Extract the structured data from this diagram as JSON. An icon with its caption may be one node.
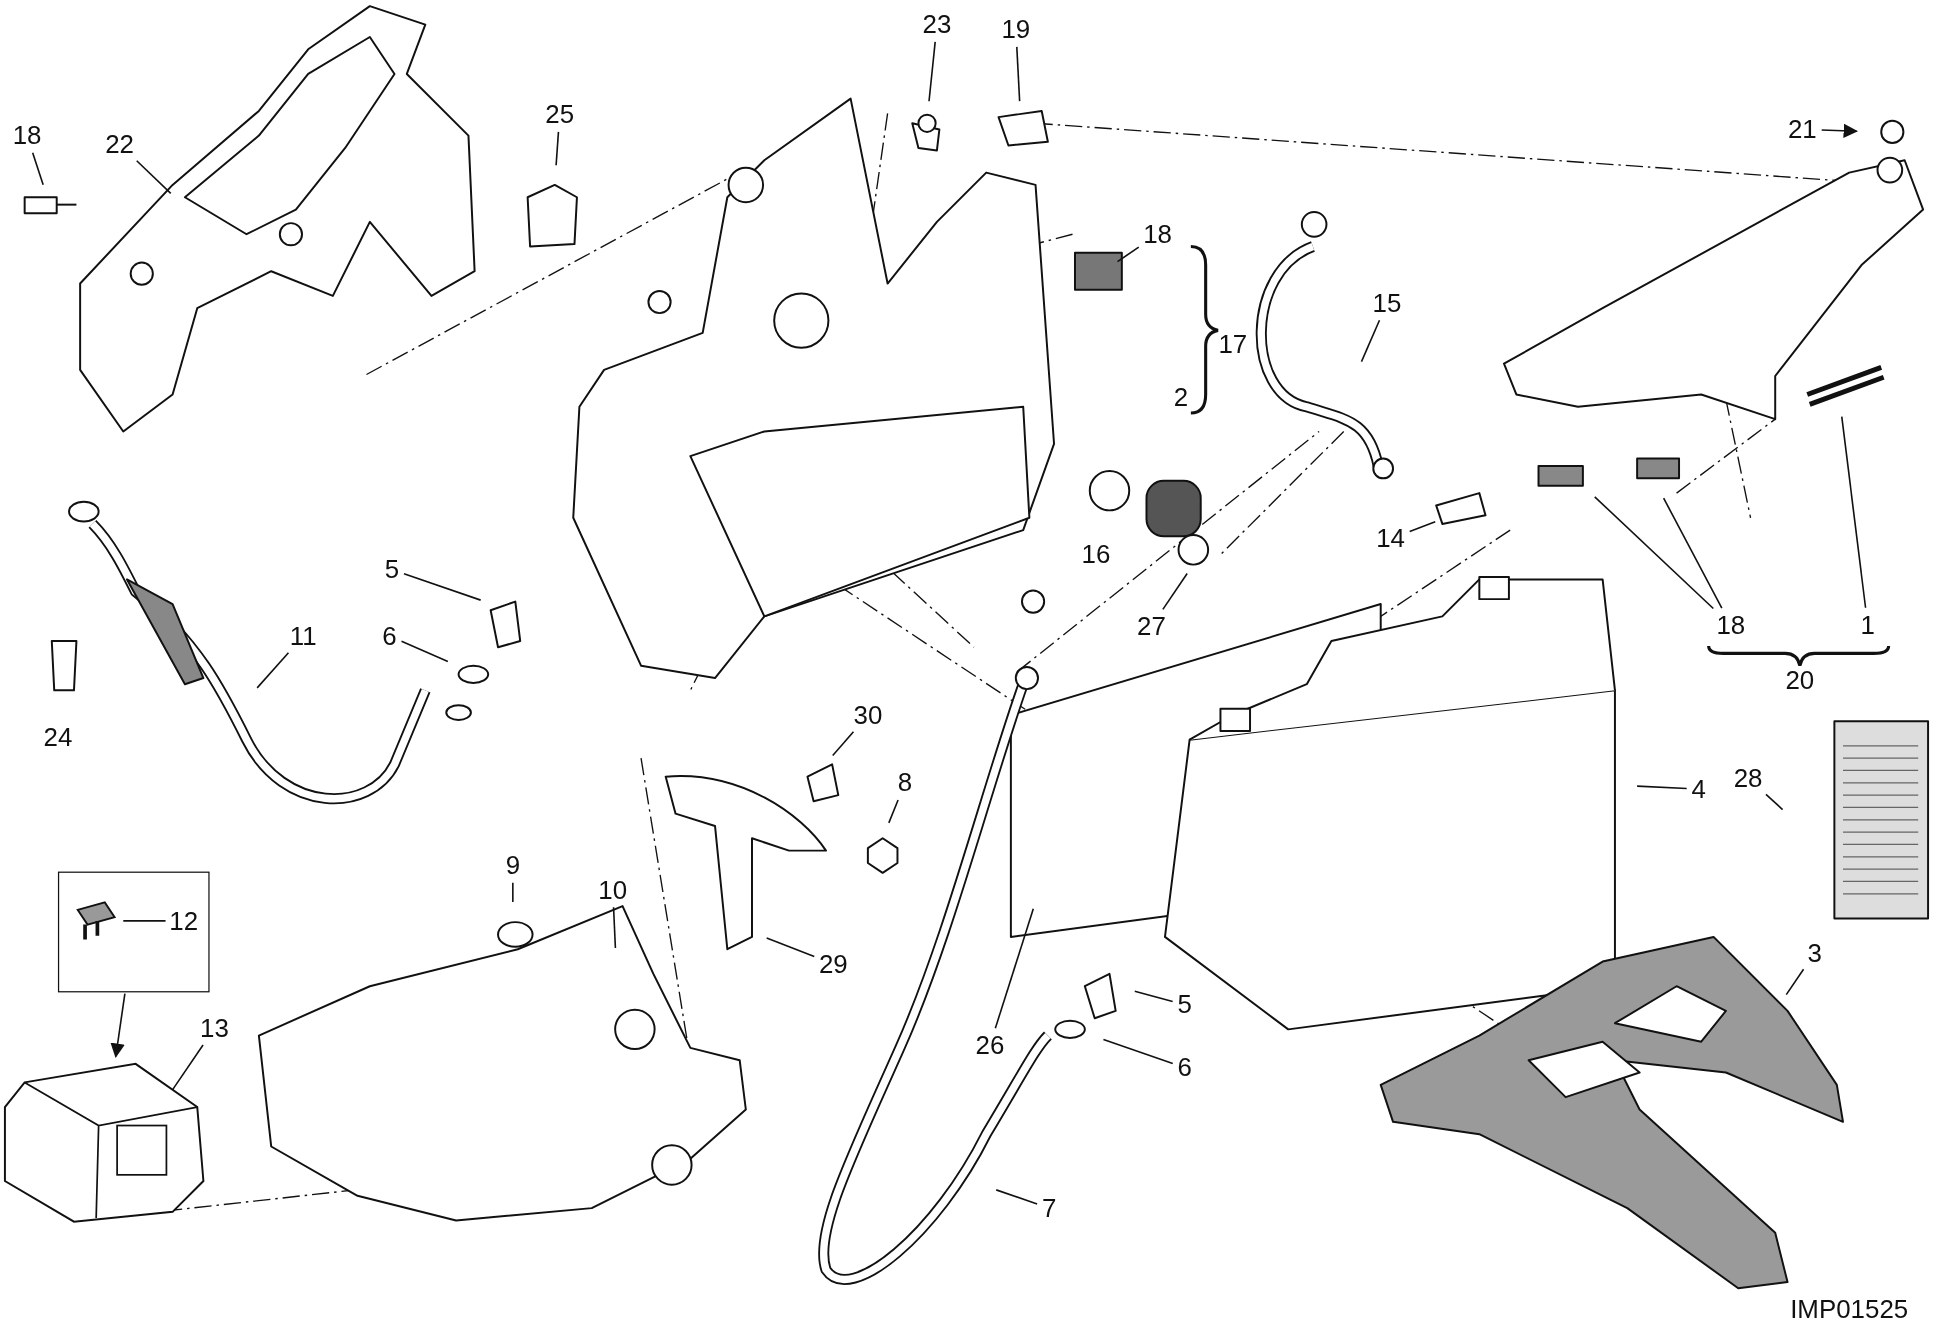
{
  "diagram": {
    "nodes": [
      {
        "text": [
          "18"
        ]
      },
      {
        "text": [
          "22"
        ]
      },
      {
        "text": [
          "25"
        ]
      },
      {
        "text": [
          "23"
        ]
      },
      {
        "text": [
          "19"
        ]
      },
      {
        "text": [
          "21"
        ]
      },
      {
        "text": [
          "18"
        ]
      },
      {
        "text": [
          "15"
        ]
      },
      {
        "text": [
          "27"
        ]
      },
      {
        "text": [
          "14"
        ]
      },
      {
        "text": [
          "5"
        ]
      },
      {
        "text": [
          "6"
        ]
      },
      {
        "text": [
          "11"
        ]
      },
      {
        "text": [
          "1"
        ]
      },
      {
        "text": [
          "18"
        ]
      },
      {
        "text": [
          "30"
        ]
      },
      {
        "text": [
          "8"
        ]
      },
      {
        "text": [
          "4"
        ]
      },
      {
        "text": [
          "28"
        ]
      },
      {
        "text": [
          "9"
        ]
      },
      {
        "text": [
          "10"
        ]
      },
      {
        "text": [],
        "shape": "box"
      },
      {
        "text": [
          "12"
        ],
        "in": 21
      },
      {
        "text": [],
        "shape": "picture",
        "in": 21
      },
      {
        "text": [],
        "shape": "picture"
      },
      {
        "text": [
          "13"
        ]
      },
      {
        "text": [
          "29"
        ]
      },
      {
        "text": [
          "3"
        ]
      },
      {
        "text": [
          "5"
        ]
      },
      {
        "text": [
          "6"
        ]
      },
      {
        "text": [
          "26"
        ]
      },
      {
        "text": [
          "7"
        ]
      }
    ],
    "edges": [
      {
        "from": 0,
        "to": null,
        "arrow": "none"
      },
      {
        "from": 1,
        "to": null,
        "arrow": "none"
      },
      {
        "from": 2,
        "to": null,
        "arrow": "none"
      },
      {
        "from": 3,
        "to": null,
        "arrow": "none"
      },
      {
        "from": 4,
        "to": null,
        "arrow": "none"
      },
      {
        "from": 5,
        "to": null,
        "arrow": "to"
      },
      {
        "from": 6,
        "to": null,
        "arrow": "none"
      },
      {
        "from": 7,
        "to": null,
        "arrow": "none"
      },
      {
        "from": 8,
        "to": null,
        "arrow": "none"
      },
      {
        "from": 9,
        "to": null,
        "arrow": "none"
      },
      {
        "from": 10,
        "to": null,
        "arrow": "none"
      },
      {
        "from": 11,
        "to": null,
        "arrow": "none"
      },
      {
        "from": 12,
        "to": null,
        "arrow": "none"
      },
      {
        "from": 13,
        "to": null,
        "arrow": "none"
      },
      {
        "from": 14,
        "to": null,
        "arrow": "none"
      },
      {
        "from": 14,
        "to": null,
        "arrow": "none"
      },
      {
        "from": 15,
        "to": null,
        "arrow": "none"
      },
      {
        "from": 16,
        "to": null,
        "arrow": "none"
      },
      {
        "from": 17,
        "to": null,
        "arrow": "none"
      },
      {
        "from": 18,
        "to": null,
        "arrow": "none"
      },
      {
        "from": 19,
        "to": null,
        "arrow": "none"
      },
      {
        "from": 20,
        "to": null,
        "arrow": "none"
      },
      {
        "from": 22,
        "to": 23,
        "arrow": "none"
      },
      {
        "from": 21,
        "to": 24,
        "arrow": "to"
      },
      {
        "from": 25,
        "to": 24,
        "arrow": "none"
      },
      {
        "from": 26,
        "to": null,
        "arrow": "none"
      },
      {
        "from": 27,
        "to": null,
        "arrow": "none"
      },
      {
        "from": 28,
        "to": null,
        "arrow": "none"
      },
      {
        "from": 29,
        "to": null,
        "arrow": "none"
      },
      {
        "from": 30,
        "to": null,
        "arrow": "none"
      },
      {
        "from": 31,
        "to": null,
        "arrow": "none"
      }
    ],
    "labels": [
      "17",
      "2",
      "16",
      "24",
      "20",
      "IMP01525"
    ]
  }
}
